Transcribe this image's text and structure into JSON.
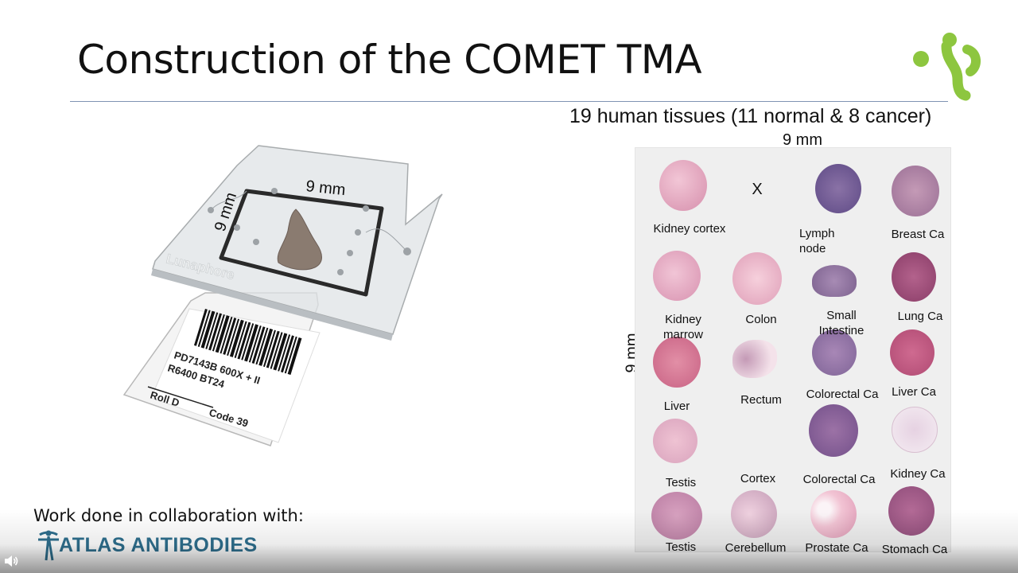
{
  "slide": {
    "title": "Construction of the COMET TMA",
    "subtitle": "19 human tissues (11 normal & 8 cancer)",
    "dim_top": "9 mm",
    "dim_side": "9 mm",
    "collab_text": "Work done in collaboration with:",
    "partner_logo_text": "ATLAS ANTIBODIES",
    "brand_color": "#8dc63f",
    "partner_color": "#2e6f8e"
  },
  "illustration": {
    "dim_top": "9 mm",
    "dim_side": "9 mm",
    "watermark": "Lunaphore",
    "barcode_line1": "PD7143B  600X + II",
    "barcode_line2": "R6400 BT24",
    "barcode_left": "Roll D",
    "barcode_right": "Code 39"
  },
  "tissues": [
    {
      "label": "Kidney cortex"
    },
    {
      "label": "X"
    },
    {
      "label": "Lymph\nnode"
    },
    {
      "label": "Breast Ca"
    },
    {
      "label": "Kidney\nmarrow"
    },
    {
      "label": "Colon"
    },
    {
      "label": "Small\nIntestine"
    },
    {
      "label": "Lung Ca"
    },
    {
      "label": "Liver"
    },
    {
      "label": "Rectum"
    },
    {
      "label": "Colorectal Ca"
    },
    {
      "label": "Liver Ca"
    },
    {
      "label": "Testis"
    },
    {
      "label": "Cortex"
    },
    {
      "label": "Colorectal Ca"
    },
    {
      "label": "Kidney Ca"
    },
    {
      "label": "Testis"
    },
    {
      "label": "Cerebellum"
    },
    {
      "label": "Prostate Ca"
    },
    {
      "label": "Stomach Ca"
    }
  ],
  "controls": {
    "volume_icon": "speaker-icon"
  }
}
